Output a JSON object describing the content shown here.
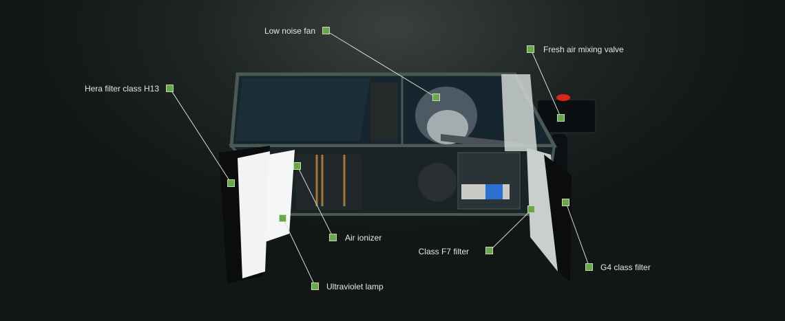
{
  "title": "Air handling unit components",
  "colors": {
    "marker": "#6aa64a",
    "leader": "#d8dcd9",
    "text": "#e4e7e5",
    "valve": "#d8261c"
  },
  "callouts": [
    {
      "id": "low-noise-fan",
      "label": "Low noise fan"
    },
    {
      "id": "fresh-air-mixing-valve",
      "label": "Fresh air mixing valve"
    },
    {
      "id": "hera-filter",
      "label": "Hera filter class H13"
    },
    {
      "id": "air-ionizer",
      "label": "Air ionizer"
    },
    {
      "id": "ultraviolet-lamp",
      "label": "Ultraviolet lamp"
    },
    {
      "id": "class-f7-filter",
      "label": "Class F7 filter"
    },
    {
      "id": "g4-class-filter",
      "label": "G4 class filter"
    }
  ]
}
